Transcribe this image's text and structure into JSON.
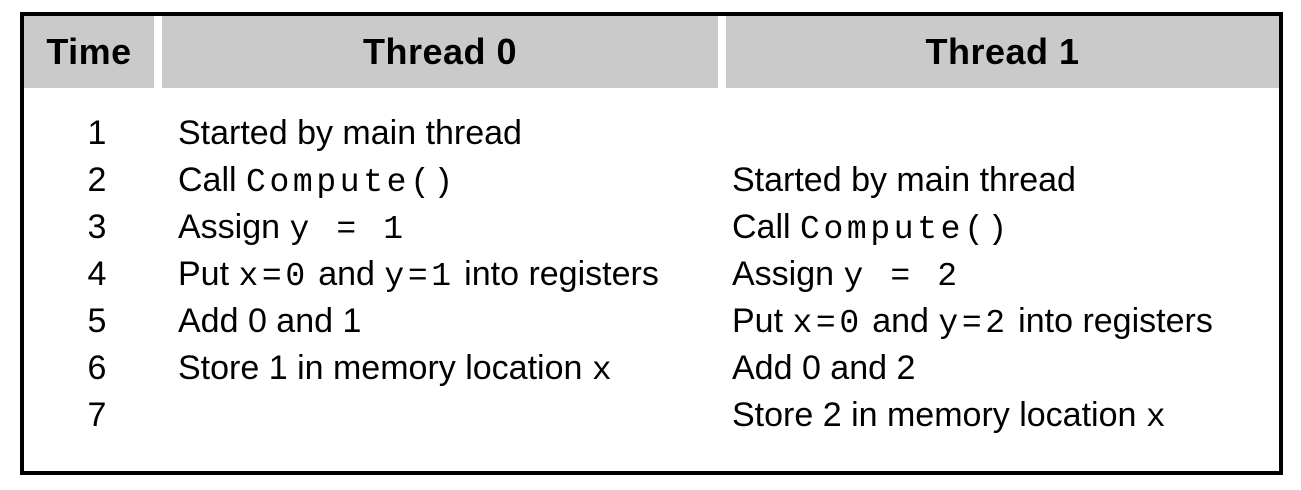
{
  "table": {
    "columns": [
      {
        "label": "Time"
      },
      {
        "label": "Thread 0"
      },
      {
        "label": "Thread 1"
      }
    ],
    "rows": [
      {
        "time": "1",
        "thread0": [
          {
            "text": "Started by main thread",
            "mono": false
          }
        ],
        "thread1": []
      },
      {
        "time": "2",
        "thread0": [
          {
            "text": "Call ",
            "mono": false
          },
          {
            "text": "Compute()",
            "mono": true
          }
        ],
        "thread1": [
          {
            "text": "Started by main thread",
            "mono": false
          }
        ]
      },
      {
        "time": "3",
        "thread0": [
          {
            "text": "Assign ",
            "mono": false
          },
          {
            "text": "y = 1",
            "mono": true
          }
        ],
        "thread1": [
          {
            "text": "Call ",
            "mono": false
          },
          {
            "text": "Compute()",
            "mono": true
          }
        ]
      },
      {
        "time": "4",
        "thread0": [
          {
            "text": "Put ",
            "mono": false
          },
          {
            "text": "x=0",
            "mono": true
          },
          {
            "text": " and ",
            "mono": false
          },
          {
            "text": "y=1",
            "mono": true
          },
          {
            "text": " into registers",
            "mono": false
          }
        ],
        "thread1": [
          {
            "text": "Assign ",
            "mono": false
          },
          {
            "text": "y = 2",
            "mono": true
          }
        ]
      },
      {
        "time": "5",
        "thread0": [
          {
            "text": "Add 0 and 1",
            "mono": false
          }
        ],
        "thread1": [
          {
            "text": "Put ",
            "mono": false
          },
          {
            "text": "x=0",
            "mono": true
          },
          {
            "text": " and ",
            "mono": false
          },
          {
            "text": "y=2",
            "mono": true
          },
          {
            "text": " into registers",
            "mono": false
          }
        ]
      },
      {
        "time": "6",
        "thread0": [
          {
            "text": "Store 1 in memory location ",
            "mono": false
          },
          {
            "text": "x",
            "mono": true
          }
        ],
        "thread1": [
          {
            "text": "Add 0 and 2",
            "mono": false
          }
        ]
      },
      {
        "time": "7",
        "thread0": [],
        "thread1": [
          {
            "text": "Store 2 in memory location ",
            "mono": false
          },
          {
            "text": "x",
            "mono": true
          }
        ]
      }
    ]
  },
  "colors": {
    "header_bg": "#cacaca",
    "table_border": "#000000",
    "text": "#000000",
    "page_bg": "#ffffff"
  }
}
